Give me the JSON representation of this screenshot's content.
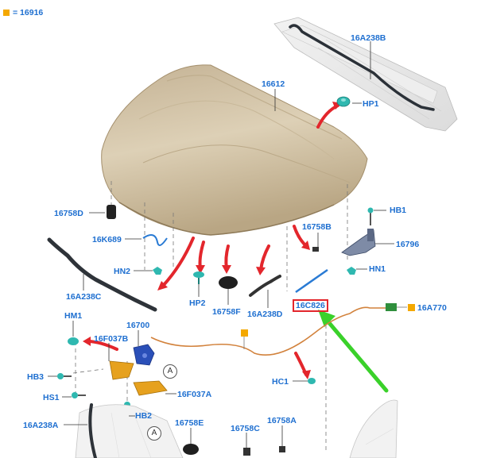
{
  "legend": {
    "symbol_color": "#f4a800",
    "text": "= 16916"
  },
  "labels": {
    "p16A238B": "16A238B",
    "p16612": "16612",
    "pHP1": "HP1",
    "p16758D": "16758D",
    "pHB1": "HB1",
    "p16K689": "16K689",
    "p16758B": "16758B",
    "p16796": "16796",
    "pHN2": "HN2",
    "pHN1": "HN1",
    "pHP2": "HP2",
    "p16758F": "16758F",
    "p16A238D": "16A238D",
    "p16A238C": "16A238C",
    "p16C826": "16C826",
    "p16A770": "16A770",
    "pHM1": "HM1",
    "p16700": "16700",
    "p16F037B": "16F037B",
    "pHB3": "HB3",
    "pHS1": "HS1",
    "p16F037A": "16F037A",
    "pHC1": "HC1",
    "pHB2": "HB2",
    "p16A238A": "16A238A",
    "p16758E": "16758E",
    "p16758C": "16758C",
    "p16758A": "16758A"
  },
  "callout_letter": "A",
  "colors": {
    "label": "#1e6fd0",
    "arrow": "#e3262c",
    "highlight_arrow": "#3ad12a",
    "hood": "#d8c8aa",
    "fastener": "#2fb8b0",
    "bracket": "#e6a11e",
    "harness": "#d2823c"
  }
}
